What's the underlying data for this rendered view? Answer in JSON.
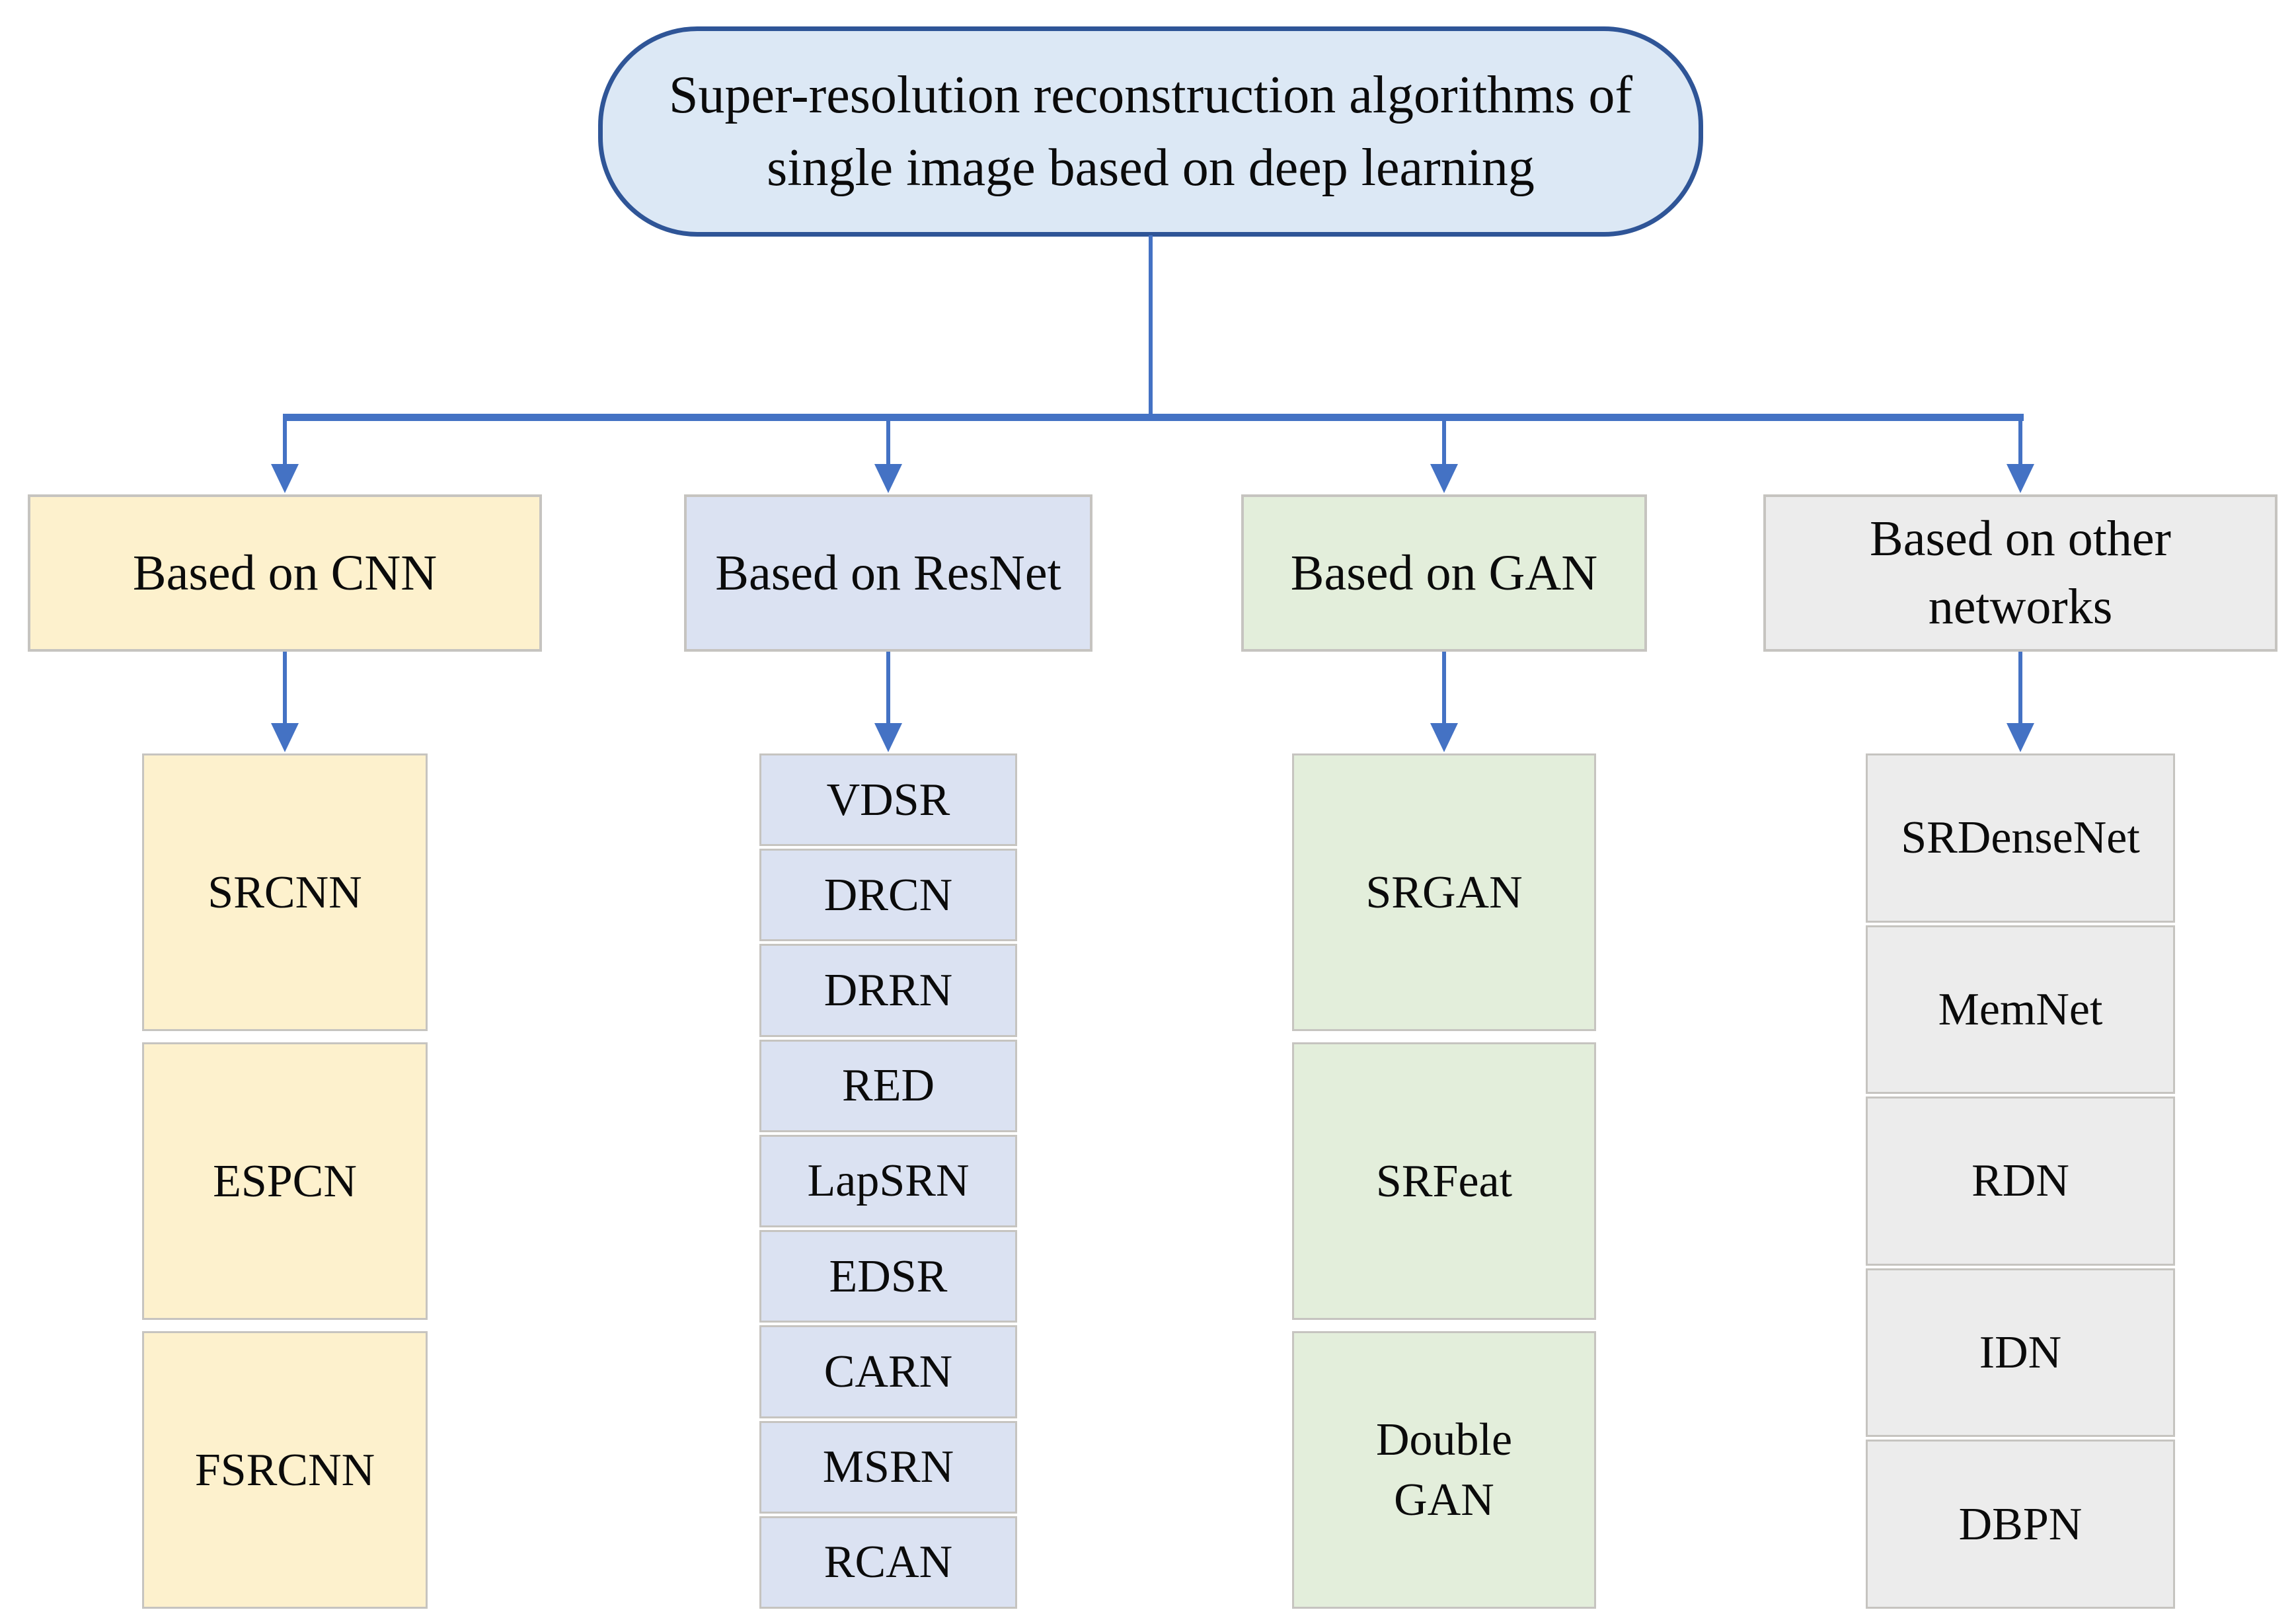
{
  "root": {
    "title": "Super-resolution reconstruction algorithms of\nsingle image based on deep learning"
  },
  "branches": [
    {
      "id": "cnn",
      "label": "Based on CNN",
      "items": [
        "SRCNN",
        "ESPCN",
        "FSRCNN"
      ]
    },
    {
      "id": "resnet",
      "label": "Based on ResNet",
      "items": [
        "VDSR",
        "DRCN",
        "DRRN",
        "RED",
        "LapSRN",
        "EDSR",
        "CARN",
        "MSRN",
        "RCAN"
      ]
    },
    {
      "id": "gan",
      "label": "Based on GAN",
      "items": [
        "SRGAN",
        "SRFeat",
        "Double\nGAN"
      ]
    },
    {
      "id": "other",
      "label": "Based on other networks",
      "items": [
        "SRDenseNet",
        "MemNet",
        "RDN",
        "IDN",
        "DBPN"
      ]
    }
  ],
  "colors": {
    "root-fill": "#dce8f5",
    "root-stroke": "#2f5597",
    "connector": "#4472c4",
    "cell-border": "#c6c4c0",
    "branch-cnn": "#fdf1cd",
    "branch-resnet": "#dbe2f2",
    "branch-gan": "#e3eedb",
    "branch-other": "#ececec"
  }
}
